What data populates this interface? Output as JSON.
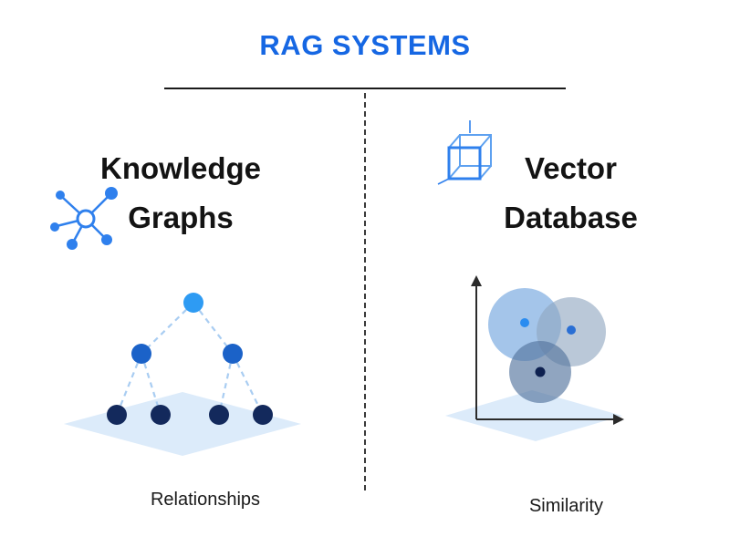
{
  "title": "RAG SYSTEMS",
  "left": {
    "heading": [
      "Knowledge",
      "Graphs"
    ],
    "caption": "Relationships",
    "icon": "network-graph-icon",
    "illustration": "hierarchy-tree-on-platform"
  },
  "right": {
    "heading": [
      "Vector",
      "Database"
    ],
    "caption": "Similarity",
    "icon": "3d-cube-icon",
    "illustration": "overlapping-vectors-on-axes"
  },
  "colors": {
    "title_blue": "#1667E3",
    "heading_text": "#131313",
    "platform": "#DCEBFA",
    "node_top": "#2E9BF3",
    "node_mid": "#1B62C8",
    "node_bottom": "#13295C",
    "tree_edge": "#A9CDF2",
    "circle_blue": "#5A95D8",
    "circle_gray": "#8FA6C0",
    "circle_dark": "#54749E",
    "dot_bright": "#2A8CF0",
    "dot_mid": "#2A6FD4",
    "dot_dark": "#0E2150",
    "axis_dark": "#2B2B2B",
    "icon_blue": "#2F80ED",
    "icon_blue_light": "#5EA1F0",
    "divider_dark": "#1A1A1A"
  }
}
